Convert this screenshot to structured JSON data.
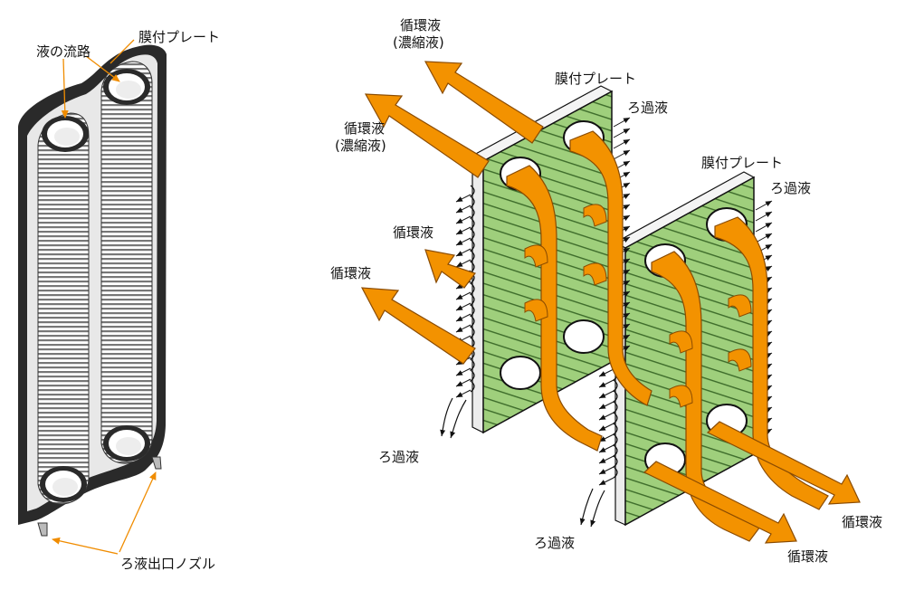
{
  "colors": {
    "flow_arrow": "#f39200",
    "flow_edge": "#8a4b00",
    "membrane": "#9fcf7c",
    "frame": "#2a2a2a",
    "leader": "#f08c00"
  },
  "icons": [
    "flow-arrow-icon",
    "filtrate-arrow-icon",
    "nozzle-icon"
  ],
  "left_figure": {
    "label_plate": "膜付プレート",
    "label_channel": "液の流路",
    "label_nozzle": "ろ液出口ノズル"
  },
  "right_figure": {
    "outlet_top_1_line1": "循環液",
    "outlet_top_1_line2": "(濃縮液)",
    "outlet_top_2_line1": "循環液",
    "outlet_top_2_line2": "(濃縮液)",
    "outlet_mid_1": "循環液",
    "outlet_mid_2": "循環液",
    "plate_front": "膜付プレート",
    "plate_back": "膜付プレート",
    "filtrate_1": "ろ過液",
    "filtrate_2": "ろ過液",
    "filtrate_3": "ろ過液",
    "filtrate_4": "ろ過液",
    "inlet_1": "循環液",
    "inlet_2": "循環液"
  }
}
